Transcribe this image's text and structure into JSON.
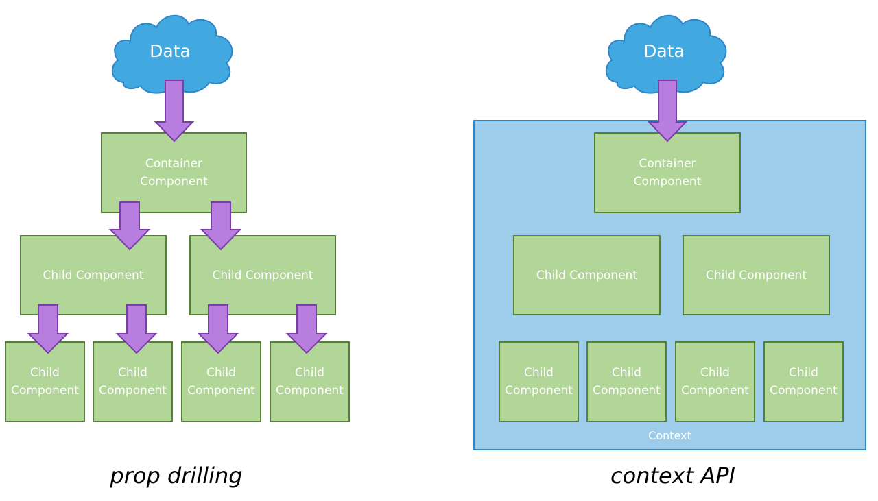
{
  "left": {
    "cloud_label": "Data",
    "container": [
      "Container",
      "Component"
    ],
    "children": [
      "Child Component",
      "Child Component"
    ],
    "grandchildren": [
      [
        "Child",
        "Component"
      ],
      [
        "Child",
        "Component"
      ],
      [
        "Child",
        "Component"
      ],
      [
        "Child",
        "Component"
      ]
    ],
    "caption": "prop drilling"
  },
  "right": {
    "cloud_label": "Data",
    "container": [
      "Container",
      "Component"
    ],
    "children": [
      "Child Component",
      "Child Component"
    ],
    "grandchildren": [
      [
        "Child",
        "Component"
      ],
      [
        "Child",
        "Component"
      ],
      [
        "Child",
        "Component"
      ],
      [
        "Child",
        "Component"
      ]
    ],
    "context_label": "Context",
    "caption": "context API"
  },
  "colors": {
    "box_fill": "#b2d698",
    "box_border": "#548235",
    "cloud_fill": "#41a8e0",
    "arrow_fill": "#b77ee0",
    "context_fill": "#9dcdea"
  }
}
